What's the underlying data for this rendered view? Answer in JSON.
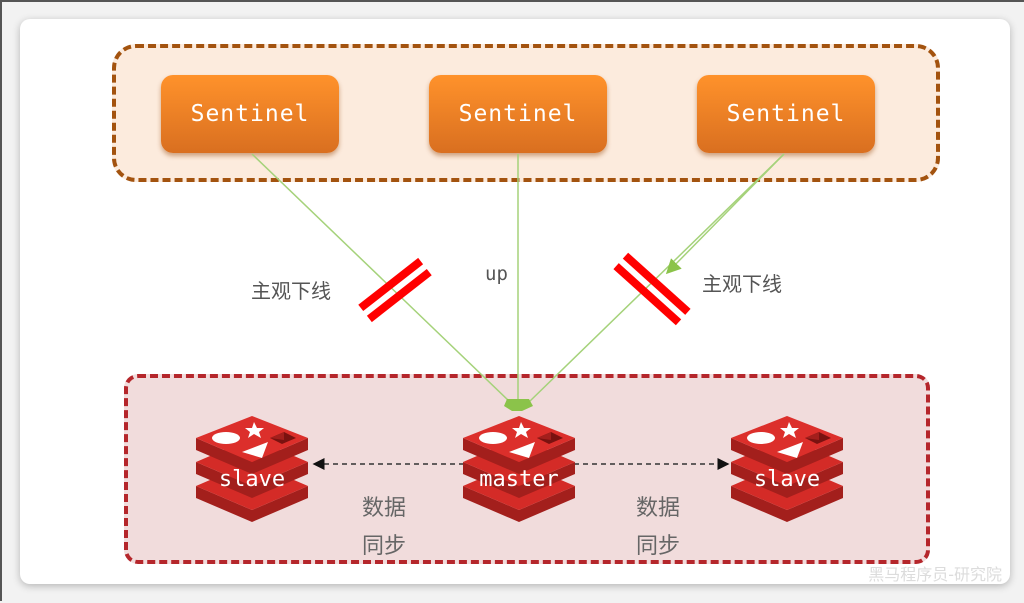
{
  "sentinels": [
    {
      "label": "Sentinel"
    },
    {
      "label": "Sentinel"
    },
    {
      "label": "Sentinel"
    }
  ],
  "links": {
    "left_label": "主观下线",
    "center_label": "up",
    "right_label": "主观下线"
  },
  "nodes": {
    "left": {
      "label": "slave"
    },
    "center": {
      "label": "master"
    },
    "right": {
      "label": "slave"
    }
  },
  "sync": {
    "left": {
      "line1": "数据",
      "line2": "同步"
    },
    "right": {
      "line1": "数据",
      "line2": "同步"
    }
  },
  "watermark": "黑马程序员-研究院",
  "colors": {
    "sentinel_group_bg": "#fcebdd",
    "sentinel_group_border": "#a3530f",
    "redis_group_bg": "#f1dcdc",
    "redis_group_border": "#b5262b",
    "sentinel_box": "#f5841f",
    "link_line": "#9ccc65",
    "cut_mark": "#ff0000",
    "redis_red": "#d42b27"
  }
}
